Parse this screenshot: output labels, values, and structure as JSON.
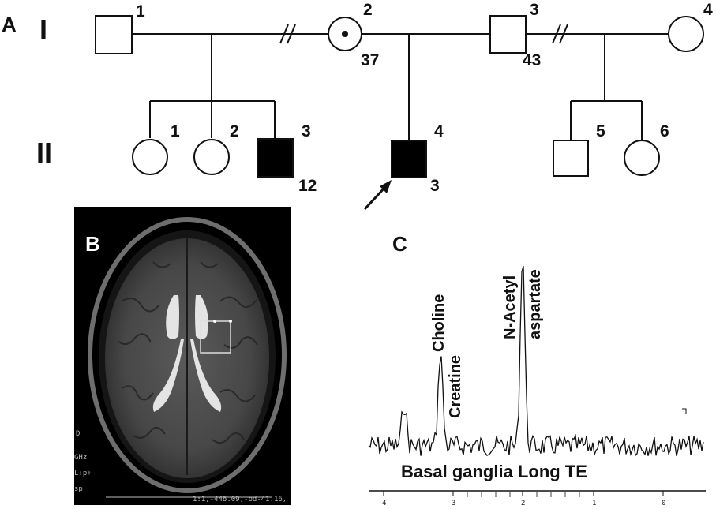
{
  "panels": {
    "a": "A",
    "b": "B",
    "c": "C"
  },
  "pedigree": {
    "generations": [
      {
        "label": "I"
      },
      {
        "label": "II"
      }
    ],
    "gen1": [
      {
        "id": "1",
        "sex": "male",
        "affected": false
      },
      {
        "id": "2",
        "sex": "female",
        "carrier": true,
        "age": "37"
      },
      {
        "id": "3",
        "sex": "male",
        "affected": false,
        "age": "43"
      },
      {
        "id": "4",
        "sex": "female",
        "affected": false
      }
    ],
    "gen2": [
      {
        "id": "1",
        "sex": "female",
        "affected": false
      },
      {
        "id": "2",
        "sex": "female",
        "affected": false
      },
      {
        "id": "3",
        "sex": "male",
        "affected": true,
        "age": "12"
      },
      {
        "id": "4",
        "sex": "male",
        "affected": true,
        "age": "3",
        "proband": true
      },
      {
        "id": "5",
        "sex": "male",
        "affected": false
      },
      {
        "id": "6",
        "sex": "female",
        "affected": false
      }
    ]
  },
  "mri": {
    "side_text_1": "D",
    "side_text_2": "GHz",
    "side_text_3": "L:p+",
    "side_text_4": "sp",
    "bottom_text": "1:1,-446.09,-bd-41.16,"
  },
  "spectrum": {
    "peak_labels": {
      "choline": "Choline",
      "creatine": "Creatine",
      "naa_1": "N-Acetyl",
      "naa_2": "aspartate"
    },
    "caption": "Basal ganglia Long TE",
    "axis_ticks": [
      "4",
      "3",
      "2",
      "1",
      "0"
    ]
  },
  "colors": {
    "line": "#111111",
    "affected_fill": "#000000",
    "mri_background": "#000000"
  }
}
